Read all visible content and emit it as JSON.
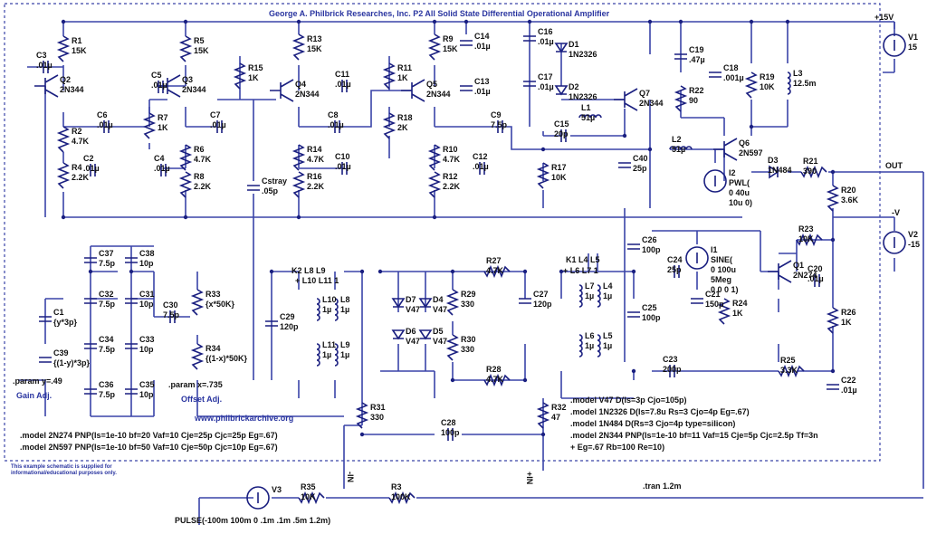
{
  "title": "George A. Philbrick Researches, Inc. P2 All Solid State Differential Operational Amplifier",
  "website": "www.philbrickarchive.org",
  "disclaimer": [
    "This example schematic is supplied for",
    "informational/educational purposes only."
  ],
  "params": {
    "gain_param": ".param y=.49",
    "gain_label": "Gain Adj.",
    "offset_param": ".param x=.735",
    "offset_label": "Offset Adj."
  },
  "directives": {
    "tran": ".tran 1.2m",
    "pulse": "PULSE(-100m 100m 0 .1m .1m .5m 1.2m)",
    "models_left": [
      ".model 2N274 PNP(Is=1e-10 bf=20 Vaf=10 Cje=25p  Cjc=25p Eg=.67)",
      ".model 2N597 PNP(Is=1e-10 bf=50 Vaf=10 Cje=50p  Cjc=10p Eg=.67)"
    ],
    "models_right": [
      ".model V47 D(Is=3p Cjo=105p)",
      ".model 1N2326 D(Is=7.8u Rs=3 Cjo=4p Eg=.67)",
      ".model 1N484 D(Rs=3 Cjo=4p type=silicon)",
      ".model 2N344 PNP(Is=1e-10 bf=11 Vaf=15 Cje=5p Cjc=2.5p Tf=3n",
      "+ Eg=.67 Rb=100 Re=10)"
    ],
    "k_left": [
      "K2 L8 L9",
      "+ L10 L11 1"
    ],
    "k_right": [
      "K1 L4 L5",
      "+ L6 L7 1"
    ]
  },
  "nets": {
    "vpos": "+15V",
    "vneg": "-V",
    "out": "OUT",
    "in_neg": "-IN",
    "in_pos": "+IN"
  },
  "components": [
    {
      "ref": "R1",
      "val": "15K"
    },
    {
      "ref": "R2",
      "val": "4.7K"
    },
    {
      "ref": "R3",
      "val": "100K"
    },
    {
      "ref": "R4",
      "val": "2.2K"
    },
    {
      "ref": "R5",
      "val": "15K"
    },
    {
      "ref": "R6",
      "val": "4.7K"
    },
    {
      "ref": "R7",
      "val": "1K"
    },
    {
      "ref": "R8",
      "val": "2.2K"
    },
    {
      "ref": "R9",
      "val": "15K"
    },
    {
      "ref": "R10",
      "val": "4.7K"
    },
    {
      "ref": "R11",
      "val": "1K"
    },
    {
      "ref": "R12",
      "val": "2.2K"
    },
    {
      "ref": "R13",
      "val": "15K"
    },
    {
      "ref": "R14",
      "val": "4.7K"
    },
    {
      "ref": "R15",
      "val": "1K"
    },
    {
      "ref": "R16",
      "val": "2.2K"
    },
    {
      "ref": "R17",
      "val": "10K"
    },
    {
      "ref": "R18",
      "val": "2K"
    },
    {
      "ref": "R19",
      "val": "10K"
    },
    {
      "ref": "R20",
      "val": "3.6K"
    },
    {
      "ref": "R21",
      "val": "390"
    },
    {
      "ref": "R22",
      "val": "90"
    },
    {
      "ref": "R23",
      "val": "10K"
    },
    {
      "ref": "R24",
      "val": "1K"
    },
    {
      "ref": "R25",
      "val": "3.3K"
    },
    {
      "ref": "R26",
      "val": "1K"
    },
    {
      "ref": "R27",
      "val": "4.7K"
    },
    {
      "ref": "R28",
      "val": "4.7K"
    },
    {
      "ref": "R29",
      "val": "330"
    },
    {
      "ref": "R30",
      "val": "330"
    },
    {
      "ref": "R31",
      "val": "330"
    },
    {
      "ref": "R32",
      "val": "47"
    },
    {
      "ref": "R33",
      "val": "{x*50K}"
    },
    {
      "ref": "R34",
      "val": "{(1-x)*50K}"
    },
    {
      "ref": "R35",
      "val": "10K"
    },
    {
      "ref": "C1",
      "val": "{y*3p}"
    },
    {
      "ref": "C2",
      "val": ".01µ"
    },
    {
      "ref": "C3",
      "val": ".01µ"
    },
    {
      "ref": "C4",
      "val": ".01µ"
    },
    {
      "ref": "C5",
      "val": ".01µ"
    },
    {
      "ref": "C6",
      "val": ".01µ"
    },
    {
      "ref": "C7",
      "val": ".01µ"
    },
    {
      "ref": "C8",
      "val": ".01µ"
    },
    {
      "ref": "C9",
      "val": "7.5p"
    },
    {
      "ref": "C10",
      "val": ".01µ"
    },
    {
      "ref": "C11",
      "val": ".01µ"
    },
    {
      "ref": "C12",
      "val": ".01µ"
    },
    {
      "ref": "C13",
      "val": ".01µ"
    },
    {
      "ref": "C14",
      "val": ".01µ"
    },
    {
      "ref": "C15",
      "val": "20p"
    },
    {
      "ref": "C16",
      "val": ".01µ"
    },
    {
      "ref": "C17",
      "val": ".01µ"
    },
    {
      "ref": "C18",
      "val": ".001µ"
    },
    {
      "ref": "C19",
      "val": ".47µ"
    },
    {
      "ref": "C20",
      "val": ".01µ"
    },
    {
      "ref": "C21",
      "val": "150p"
    },
    {
      "ref": "C22",
      "val": ".01µ"
    },
    {
      "ref": "C23",
      "val": "200p"
    },
    {
      "ref": "C24",
      "val": "25p"
    },
    {
      "ref": "C25",
      "val": "100p"
    },
    {
      "ref": "C26",
      "val": "100p"
    },
    {
      "ref": "C27",
      "val": "120p"
    },
    {
      "ref": "C28",
      "val": "100p"
    },
    {
      "ref": "C29",
      "val": "120p"
    },
    {
      "ref": "C30",
      "val": "7.5p"
    },
    {
      "ref": "C31",
      "val": "10p"
    },
    {
      "ref": "C32",
      "val": "7.5p"
    },
    {
      "ref": "C33",
      "val": "10p"
    },
    {
      "ref": "C34",
      "val": "7.5p"
    },
    {
      "ref": "C35",
      "val": "10p"
    },
    {
      "ref": "C36",
      "val": "7.5p"
    },
    {
      "ref": "C37",
      "val": "7.5p"
    },
    {
      "ref": "C38",
      "val": "10p"
    },
    {
      "ref": "C39",
      "val": "{(1-y)*3p}"
    },
    {
      "ref": "C40",
      "val": "25p"
    },
    {
      "ref": "Cstray",
      "val": ".05p"
    },
    {
      "ref": "Q1",
      "val": "2N274"
    },
    {
      "ref": "Q2",
      "val": "2N344"
    },
    {
      "ref": "Q3",
      "val": "2N344"
    },
    {
      "ref": "Q4",
      "val": "2N344"
    },
    {
      "ref": "Q5",
      "val": "2N344"
    },
    {
      "ref": "Q6",
      "val": "2N597"
    },
    {
      "ref": "Q7",
      "val": "2N344"
    },
    {
      "ref": "D1",
      "val": "1N2326"
    },
    {
      "ref": "D2",
      "val": "1N2326"
    },
    {
      "ref": "D3",
      "val": "1N484"
    },
    {
      "ref": "D4",
      "val": "V47"
    },
    {
      "ref": "D5",
      "val": "V47"
    },
    {
      "ref": "D6",
      "val": "V47"
    },
    {
      "ref": "D7",
      "val": "V47"
    },
    {
      "ref": "L1",
      "val": "51µ"
    },
    {
      "ref": "L2",
      "val": "51µ"
    },
    {
      "ref": "L3",
      "val": "12.5m"
    },
    {
      "ref": "L4",
      "val": "1µ"
    },
    {
      "ref": "L5",
      "val": "1µ"
    },
    {
      "ref": "L6",
      "val": "1µ"
    },
    {
      "ref": "L7",
      "val": "1µ"
    },
    {
      "ref": "L8",
      "val": "1µ"
    },
    {
      "ref": "L9",
      "val": "1µ"
    },
    {
      "ref": "L10",
      "val": "1µ"
    },
    {
      "ref": "L11",
      "val": "1µ"
    },
    {
      "ref": "I1",
      "val": "SINE(",
      "extra": [
        "0 100u",
        "5Meg",
        "0 0 0 1)"
      ]
    },
    {
      "ref": "I2",
      "val": "PWL(",
      "extra": [
        "0 40u",
        "10u 0)"
      ]
    },
    {
      "ref": "V1",
      "val": "15"
    },
    {
      "ref": "V2",
      "val": "-15"
    },
    {
      "ref": "V3",
      "val": ""
    }
  ]
}
